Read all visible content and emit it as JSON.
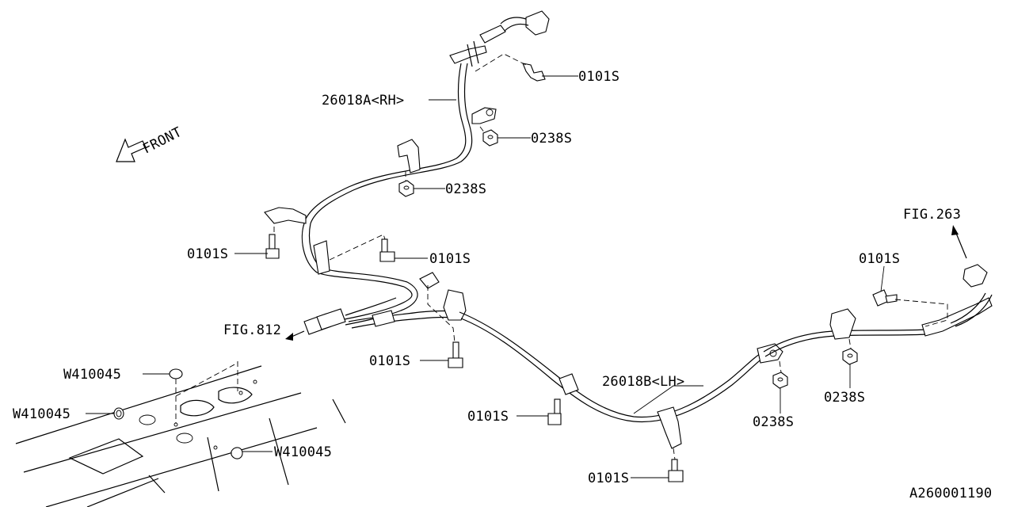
{
  "diagram": {
    "front_label": "FRONT",
    "figure_id": "A260001190",
    "callouts": {
      "bolt_rh_top": "0101S",
      "harness_rh": "26018A<RH>",
      "nut_rh_1": "0238S",
      "nut_rh_2": "0238S",
      "bolt_rh_left": "0101S",
      "bolt_rh_mid": "0101S",
      "fig_812": "FIG.812",
      "bolt_center": "0101S",
      "grommet_1": "W410045",
      "grommet_2": "W410045",
      "grommet_3": "W410045",
      "bolt_lh_lower": "0101S",
      "harness_lh": "26018B<LH>",
      "bolt_lh_bottom": "0101S",
      "nut_lh_1": "0238S",
      "nut_lh_2": "0238S",
      "bolt_lh_right": "0101S",
      "fig_263": "FIG.263"
    }
  }
}
